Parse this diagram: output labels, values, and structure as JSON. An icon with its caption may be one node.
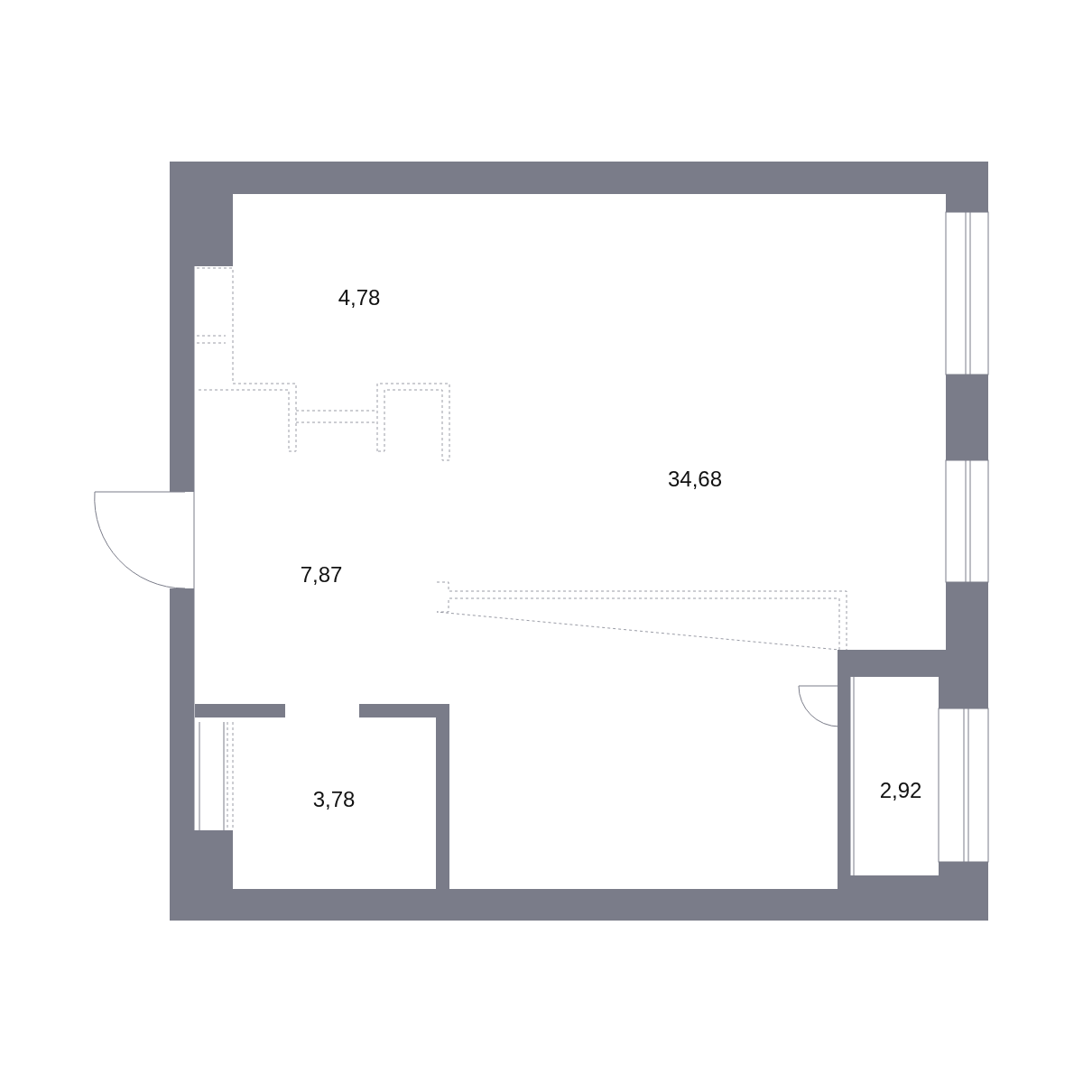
{
  "diagram": {
    "labels": [
      "4,78",
      "34,68",
      "7,87",
      "3,78",
      "2,92"
    ]
  }
}
